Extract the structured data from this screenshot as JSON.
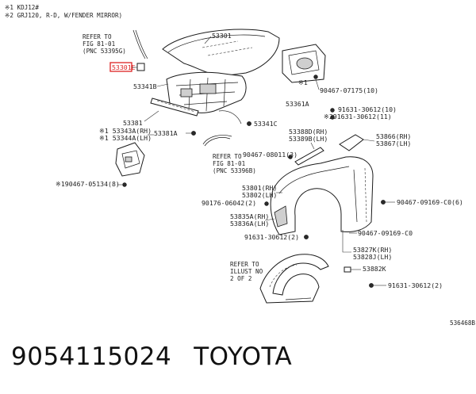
{
  "notes": [
    "※1  KDJ12#",
    "※2  GRJ120, R-D, W/FENDER MIRROR)"
  ],
  "refer_1": [
    "REFER TO",
    "FIG 81-01",
    "(PNC 53395G)"
  ],
  "refer_2": [
    "REFER TO",
    "FIG 81-01",
    "(PNC 53396B)"
  ],
  "refer_3": [
    "REFER TO",
    "ILLUST NO",
    "2 OF 2"
  ],
  "highlight_label": "53301E",
  "labels": {
    "hood": "53301",
    "hood_seal": "53341B",
    "hood_lock": "53361A",
    "clip_top": "90467-07175(10)",
    "seal_side": "53381",
    "seal_side_a": "53381A",
    "clip_53341c": "53341C",
    "seal_rh": "※1 53343A(RH)",
    "seal_lh": "※1 53344A(LH)",
    "clip_05134": "※190467-05134(8)",
    "nut_10": "91631-30612(10)",
    "bolt_11": "※291631-30612(11)",
    "ext_rh": "53388D(RH)",
    "ext_lh": "53389B(LH)",
    "clip_08011": "90467-08011(3)",
    "bracket_rh": "53866(RH)",
    "bracket_lh": "53867(LH)",
    "fender_rh": "53801(RH)",
    "fender_lh": "53802(LH)",
    "clip_06042": "90176-06042(2)",
    "clip_09169_6": "90467-09169-C0(6)",
    "brace_rh": "53835A(RH)",
    "brace_lh": "53836A(LH)",
    "clip_09169": "90467-09169-C0",
    "nut_30612_2": "91631-30612(2)",
    "liner_rh": "53827K(RH)",
    "liner_lh": "53828J(LH)",
    "liner_53882k": "53882K",
    "nut_30612_2b": "91631-30612(2)"
  },
  "figure_code": "536468B",
  "caption": {
    "part_number": "9054115024",
    "brand": "TOYOTA"
  }
}
